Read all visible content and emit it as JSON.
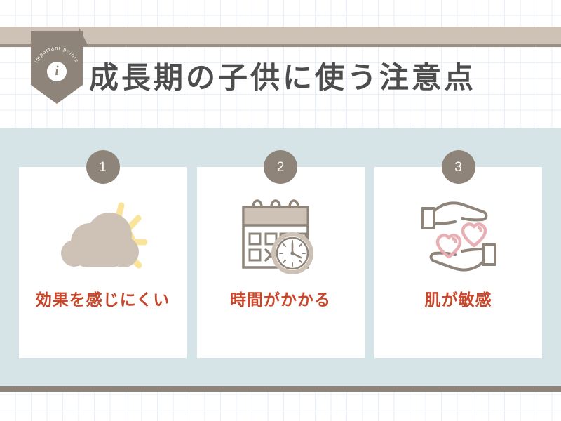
{
  "header": {
    "ribbon_label": "important points",
    "ribbon_icon": "info-icon",
    "ribbon_icon_glyph": "i",
    "title": "成長期の子供に使う注意点"
  },
  "colors": {
    "band_beige": "#cdc2b5",
    "band_shadow": "#9b9086",
    "ribbon_taupe": "#8e8479",
    "panel_blue": "#d7e4e7",
    "card_white": "#ffffff",
    "label_red": "#c9462a",
    "title_grey": "#4d4d4d",
    "grid_line": "#e7effa",
    "icon_tan": "#cdc2b5",
    "icon_outline": "#8e8479",
    "icon_yellow": "#fae49a",
    "icon_pink": "#e8b0b4"
  },
  "cards": [
    {
      "number": "1",
      "icon": "cloud-sun-icon",
      "label": "効果を感じにくい"
    },
    {
      "number": "2",
      "icon": "calendar-clock-icon",
      "label": "時間がかかる"
    },
    {
      "number": "3",
      "icon": "hands-hearts-icon",
      "label": "肌が敏感"
    }
  ]
}
